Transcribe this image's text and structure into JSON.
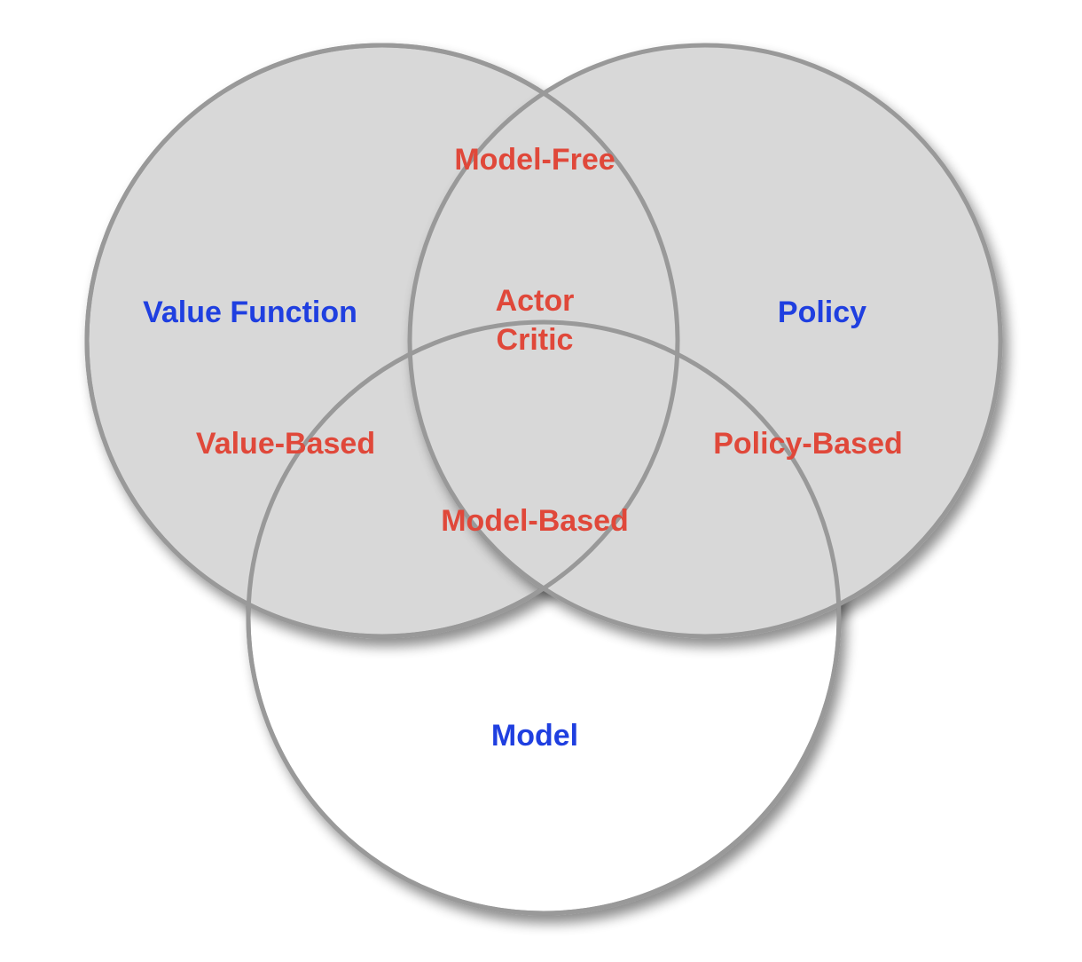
{
  "colors": {
    "set_label": "#1f3fe0",
    "region_label": "#e0483a",
    "circle_fill_gray": "#d8d8d8",
    "circle_fill_white": "#ffffff",
    "circle_stroke": "#999999"
  },
  "sets": {
    "value_function": "Value Function",
    "policy": "Policy",
    "model": "Model"
  },
  "regions": {
    "model_free": "Model-Free",
    "actor": "Actor",
    "critic": "Critic",
    "value_based": "Value-Based",
    "policy_based": "Policy-Based",
    "model_based": "Model-Based"
  }
}
